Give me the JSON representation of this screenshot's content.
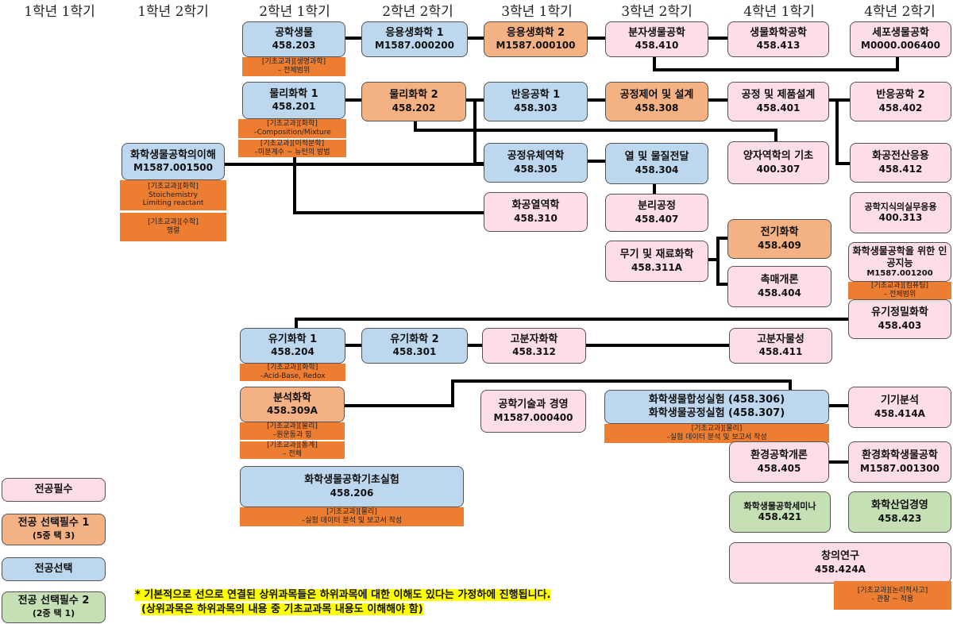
{
  "headers": [
    "1학년 1학기",
    "1학년 2학기",
    "2학년 1학기",
    "2학년 2학기",
    "3학년 1학기",
    "3학년 2학기",
    "4학년 1학기",
    "4학년 2학기"
  ],
  "courses": {
    "c1": {
      "title": "공학생물",
      "code": "458.203"
    },
    "c2": {
      "title": "응용생화학 1",
      "code": "M1587.000200"
    },
    "c3": {
      "title": "응용생화학 2",
      "code": "M1587.000100"
    },
    "c4": {
      "title": "분자생물공학",
      "code": "458.410"
    },
    "c5": {
      "title": "생물화학공학",
      "code": "458.413"
    },
    "c6": {
      "title": "세포생물공학",
      "code": "M0000.006400"
    },
    "c7": {
      "title": "물리화학 1",
      "code": "458.201"
    },
    "c8": {
      "title": "물리화학 2",
      "code": "458.202"
    },
    "c9": {
      "title": "반응공학 1",
      "code": "458.303"
    },
    "c10": {
      "title": "공정제어 및 설계",
      "code": "458.308"
    },
    "c11": {
      "title": "공정 및 제품설계",
      "code": "458.401"
    },
    "c12": {
      "title": "반응공학 2",
      "code": "458.402"
    },
    "c13": {
      "title": "화학생물공학의이해",
      "code": "M1587.001500"
    },
    "c14": {
      "title": "공정유체역학",
      "code": "458.305"
    },
    "c15": {
      "title": "열 및 물질전달",
      "code": "458.304"
    },
    "c16": {
      "title": "양자역학의 기초",
      "code": "400.307"
    },
    "c17": {
      "title": "화공전산응용",
      "code": "458.412"
    },
    "c18": {
      "title": "화공열역학",
      "code": "458.310"
    },
    "c19": {
      "title": "분리공정",
      "code": "458.407"
    },
    "c20": {
      "title": "공학지식의실무응용",
      "code": "400.313"
    },
    "c21": {
      "title": "전기화학",
      "code": "458.409"
    },
    "c22": {
      "title": "무기 및 재료화학",
      "code": "458.311A"
    },
    "c23": {
      "title": "화학생물공학을 위한 인공지능",
      "code": "M1587.001200"
    },
    "c24": {
      "title": "촉매개론",
      "code": "458.404"
    },
    "c25": {
      "title": "유기정밀화학",
      "code": "458.403"
    },
    "c26": {
      "title": "유기화학 1",
      "code": "458.204"
    },
    "c27": {
      "title": "유기화학 2",
      "code": "458.301"
    },
    "c28": {
      "title": "고분자화학",
      "code": "458.312"
    },
    "c29": {
      "title": "고분자물성",
      "code": "458.411"
    },
    "c30": {
      "title": "분석화학",
      "code": "458.309A"
    },
    "c31": {
      "title": "공학기술과 경영",
      "code": "M1587.000400"
    },
    "c32": {
      "title": "화학생물합성실험 (458.306)",
      "code": "화학생물공정실험 (458.307)"
    },
    "c33": {
      "title": "기기분석",
      "code": "458.414A"
    },
    "c34": {
      "title": "환경공학개론",
      "code": "458.405"
    },
    "c35": {
      "title": "환경화학생물공학",
      "code": "M1587.001300"
    },
    "c36": {
      "title": "화학생물공학기초실험",
      "code": "458.206"
    },
    "c37": {
      "title": "화학생물공학세미나",
      "code": "458.421"
    },
    "c38": {
      "title": "화학산업경영",
      "code": "458.423"
    },
    "c39": {
      "title": "창의연구",
      "code": "458.424A"
    }
  },
  "tags": {
    "g1": {
      "l1": "[기초교과][생명과학]",
      "l2": "–  전체범위"
    },
    "g2": {
      "l1": "[기초교과][화학]",
      "l2": "–Composition/Mixture"
    },
    "g3": {
      "l1": "[기초교과][미적분학]",
      "l2": "–미분계수 ~ 뉴턴의 방법"
    },
    "g4": {
      "l1": "[기초교과][화학]",
      "l2": "Stoichemistry",
      "l3": "Limiting reactant"
    },
    "g5": {
      "l1": "[기초교과][수학]",
      "l2": "행렬"
    },
    "g6": {
      "l1": "[기초교과][컴퓨팅]",
      "l2": "–  전체범위"
    },
    "g7": {
      "l1": "[기초교과][화학]",
      "l2": "–Acid-Base, Redox"
    },
    "g8": {
      "l1": "[기초교과][물리]",
      "l2": "–원운동과 힘"
    },
    "g9": {
      "l1": "[기초교과][통계]",
      "l2": "– 전체"
    },
    "g10": {
      "l1": "[기초교과][물리]",
      "l2": "–실험 데이터 분석 및 보고서 작성"
    },
    "g11": {
      "l1": "[기초교과][물리]",
      "l2": "–실험 데이터 분석 및 보고서 작성"
    },
    "g12": {
      "l1": "[기초교과][논리적사고]",
      "l2": "- 관찰 ~ 적용"
    }
  },
  "legend": {
    "l1": {
      "label": "전공필수",
      "sub": ""
    },
    "l2": {
      "label": "전공 선택필수 1",
      "sub": "(5중 택 3)"
    },
    "l3": {
      "label": "전공선택",
      "sub": ""
    },
    "l4": {
      "label": "전공 선택필수 2",
      "sub": "(2중 택 1)"
    }
  },
  "note": {
    "line1": "* 기본적으로 선으로 연결된 상위과목들은 하위과목에 대한 이해도 있다는 가정하에 진행됩니다.",
    "line2": "(상위과목은 하위과목의 내용 중 기초교과목 내용도 이해해야 함)"
  },
  "colors": {
    "required": "#fddde6",
    "elective_required_1": "#f4b183",
    "elective": "#bdd7ee",
    "elective_required_2": "#c5e0b4",
    "foundation_tag": "#ed7d31",
    "note_highlight": "#ffff00"
  }
}
